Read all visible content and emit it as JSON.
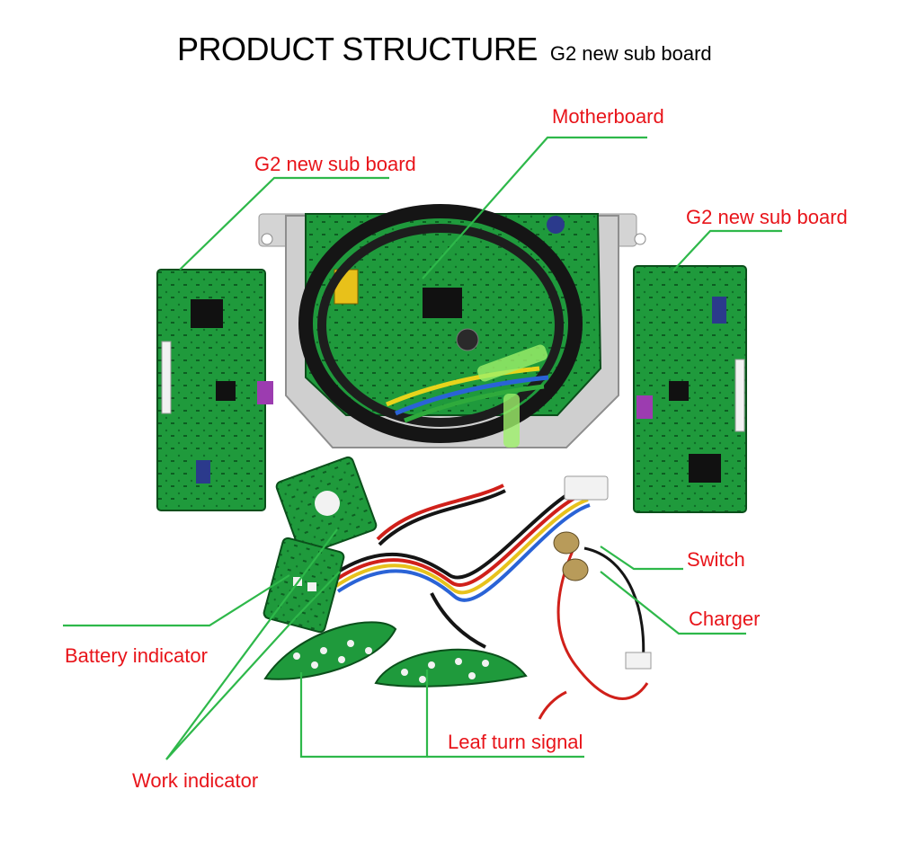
{
  "title": {
    "main": "PRODUCT STRUCTURE",
    "sub": "G2 new sub board"
  },
  "labels": {
    "motherboard": "Motherboard",
    "sub_board_left": "G2 new sub board",
    "sub_board_right": "G2 new sub board",
    "switch": "Switch",
    "charger": "Charger",
    "battery_indicator": "Battery indicator",
    "work_indicator": "Work indicator",
    "leaf_turn_signal": "Leaf turn signal"
  },
  "colors": {
    "label": "#e8141a",
    "leader_line": "#2eb84a",
    "pcb": "#1f9a3c",
    "pcb_dark": "#0f6e28",
    "wire_black": "#151515",
    "wire_red": "#d0201a",
    "metal": "#c8c8c8"
  }
}
